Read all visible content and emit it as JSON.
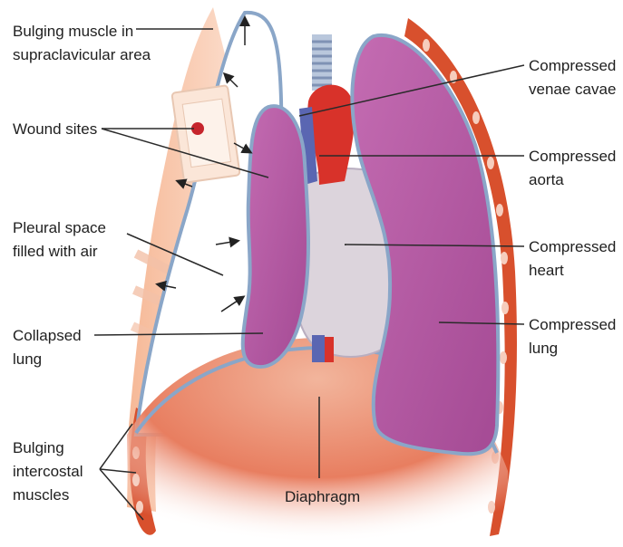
{
  "labels": {
    "bulging_muscle_1": "Bulging muscle in",
    "bulging_muscle_2": "supraclavicular area",
    "wound_sites": "Wound sites",
    "pleural_1": "Pleural space",
    "pleural_2": "filled with air",
    "collapsed_1": "Collapsed",
    "collapsed_2": "lung",
    "intercostal_1": "Bulging",
    "intercostal_2": "intercostal",
    "intercostal_3": "muscles",
    "venae_1": "Compressed",
    "venae_2": "venae cavae",
    "aorta_1": "Compressed",
    "aorta_2": "aorta",
    "heart_1": "Compressed",
    "heart_2": "heart",
    "lung_1": "Compressed",
    "lung_2": "lung",
    "diaphragm": "Diaphragm"
  },
  "colors": {
    "lung_fill": "#b65aa3",
    "lung_outline": "#8aa6c8",
    "muscle": "#f0a07c",
    "rib_band": "#d8502d",
    "aorta": "#d8322a",
    "vena_cava": "#5a66b2",
    "heart": "#dcd4dc",
    "label_text": "#1f1f1f",
    "leader_line": "#2a2a2a"
  }
}
